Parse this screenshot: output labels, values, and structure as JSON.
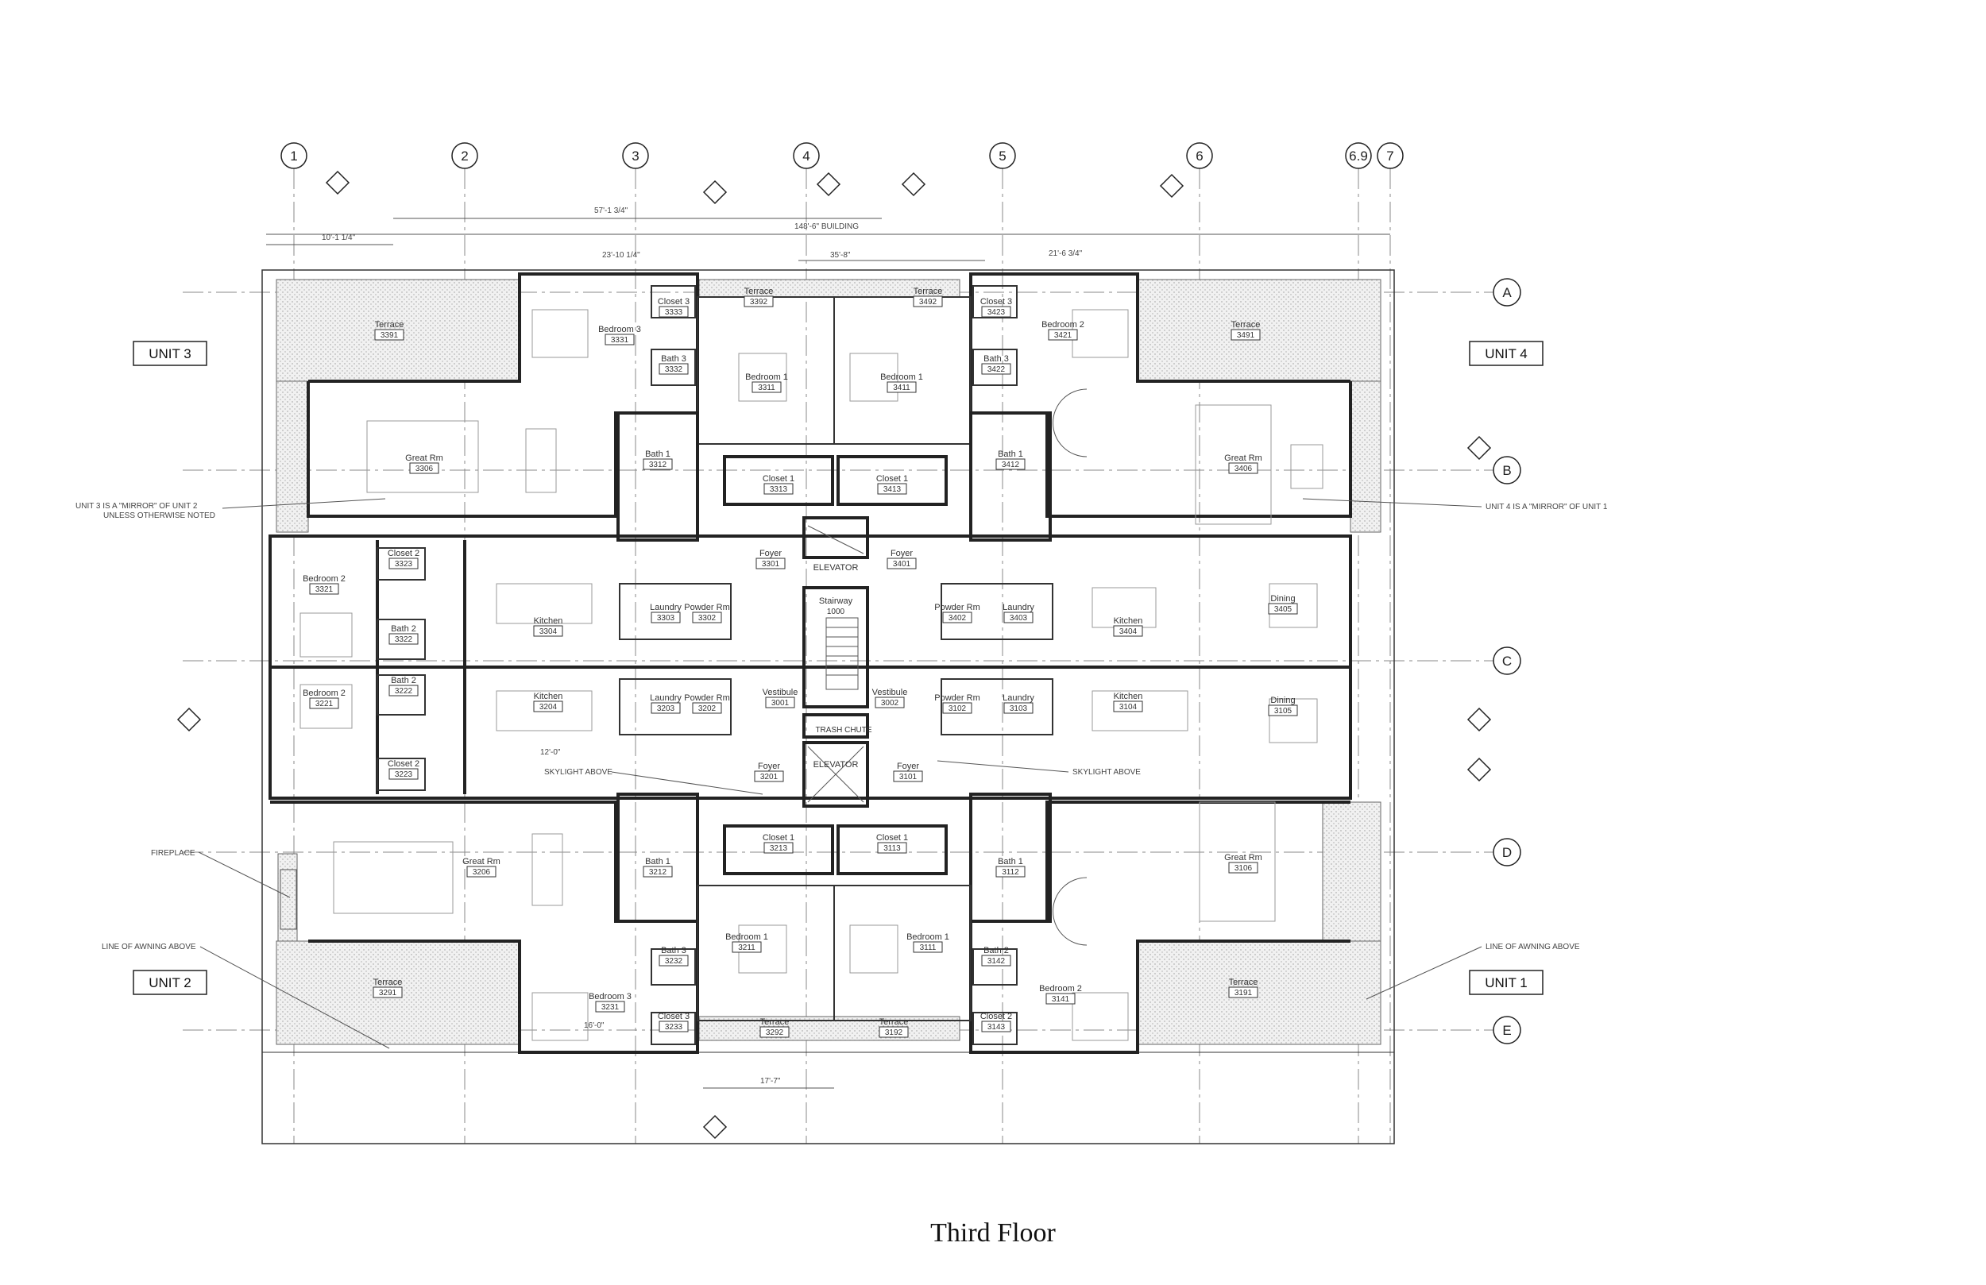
{
  "title": "Third Floor",
  "grid": {
    "columns": [
      "1",
      "2",
      "3",
      "4",
      "5",
      "6",
      "6.9",
      "7"
    ],
    "rows": [
      "A",
      "B",
      "C",
      "D",
      "E"
    ]
  },
  "units": [
    "UNIT 3",
    "UNIT 4",
    "UNIT 2",
    "UNIT 1"
  ],
  "notes": {
    "unit3_mirror_line1": "UNIT 3 IS A \"MIRROR\" OF UNIT 2",
    "unit3_mirror_line2": "UNLESS OTHERWISE NOTED",
    "unit4_mirror": "UNIT 4 IS A \"MIRROR\" OF UNIT 1",
    "fireplace": "FIREPLACE",
    "awning_left": "LINE OF AWNING ABOVE",
    "awning_right": "LINE OF AWNING ABOVE",
    "skylight_left": "SKYLIGHT ABOVE",
    "skylight_right": "SKYLIGHT ABOVE"
  },
  "dimensions": {
    "building": "148'-6\" BUILDING",
    "d57": "57'-1 3/4\"",
    "d10": "10'-1 1/4\"",
    "d23": "23'-10 1/4\"",
    "d35": "35'-8\"",
    "d21": "21'-6 3/4\"",
    "d17": "17'-7\"",
    "d16": "16'-0\"",
    "d12": "12'-0\""
  },
  "core": {
    "elevator": "ELEVATOR",
    "stairway": "Stairway",
    "stairway_num": "1000",
    "trash": "TRASH CHUTE"
  },
  "rooms": [
    {
      "name": "Terrace",
      "num": "3391"
    },
    {
      "name": "Bedroom 3",
      "num": "3331"
    },
    {
      "name": "Closet 3",
      "num": "3333"
    },
    {
      "name": "Bath 3",
      "num": "3332"
    },
    {
      "name": "Terrace",
      "num": "3392"
    },
    {
      "name": "Bedroom 1",
      "num": "3311"
    },
    {
      "name": "Bedroom 1",
      "num": "3411"
    },
    {
      "name": "Terrace",
      "num": "3492"
    },
    {
      "name": "Closet 3",
      "num": "3423"
    },
    {
      "name": "Bedroom 2",
      "num": "3421"
    },
    {
      "name": "Bath 3",
      "num": "3422"
    },
    {
      "name": "Terrace",
      "num": "3491"
    },
    {
      "name": "Great Rm",
      "num": "3306"
    },
    {
      "name": "Bath 1",
      "num": "3312"
    },
    {
      "name": "Closet 1",
      "num": "3313"
    },
    {
      "name": "Closet 1",
      "num": "3413"
    },
    {
      "name": "Bath 1",
      "num": "3412"
    },
    {
      "name": "Great Rm",
      "num": "3406"
    },
    {
      "name": "Bedroom 2",
      "num": "3321"
    },
    {
      "name": "Closet 2",
      "num": "3323"
    },
    {
      "name": "Bath 2",
      "num": "3322"
    },
    {
      "name": "Kitchen",
      "num": "3304"
    },
    {
      "name": "Laundry",
      "num": "3303"
    },
    {
      "name": "Powder Rm",
      "num": "3302"
    },
    {
      "name": "Foyer",
      "num": "3301"
    },
    {
      "name": "Foyer",
      "num": "3401"
    },
    {
      "name": "Powder Rm",
      "num": "3402"
    },
    {
      "name": "Laundry",
      "num": "3403"
    },
    {
      "name": "Kitchen",
      "num": "3404"
    },
    {
      "name": "Dining",
      "num": "3405"
    },
    {
      "name": "Bedroom 2",
      "num": "3221"
    },
    {
      "name": "Bath 2",
      "num": "3222"
    },
    {
      "name": "Closet 2",
      "num": "3223"
    },
    {
      "name": "Kitchen",
      "num": "3204"
    },
    {
      "name": "Laundry",
      "num": "3203"
    },
    {
      "name": "Powder Rm",
      "num": "3202"
    },
    {
      "name": "Vestibule",
      "num": "3001"
    },
    {
      "name": "Vestibule",
      "num": "3002"
    },
    {
      "name": "Powder Rm",
      "num": "3102"
    },
    {
      "name": "Laundry",
      "num": "3103"
    },
    {
      "name": "Kitchen",
      "num": "3104"
    },
    {
      "name": "Dining",
      "num": "3105"
    },
    {
      "name": "Foyer",
      "num": "3201"
    },
    {
      "name": "Foyer",
      "num": "3101"
    },
    {
      "name": "Great Rm",
      "num": "3206"
    },
    {
      "name": "Bath 1",
      "num": "3212"
    },
    {
      "name": "Closet 1",
      "num": "3213"
    },
    {
      "name": "Closet 1",
      "num": "3113"
    },
    {
      "name": "Bath 1",
      "num": "3112"
    },
    {
      "name": "Great Rm",
      "num": "3106"
    },
    {
      "name": "Bedroom 1",
      "num": "3211"
    },
    {
      "name": "Bedroom 1",
      "num": "3111"
    },
    {
      "name": "Bath 3",
      "num": "3232"
    },
    {
      "name": "Bedroom 3",
      "num": "3231"
    },
    {
      "name": "Closet 3",
      "num": "3233"
    },
    {
      "name": "Terrace",
      "num": "3291"
    },
    {
      "name": "Terrace",
      "num": "3292"
    },
    {
      "name": "Terrace",
      "num": "3192"
    },
    {
      "name": "Bath 2",
      "num": "3142"
    },
    {
      "name": "Bedroom 2",
      "num": "3141"
    },
    {
      "name": "Closet 2",
      "num": "3143"
    },
    {
      "name": "Terrace",
      "num": "3191"
    }
  ]
}
